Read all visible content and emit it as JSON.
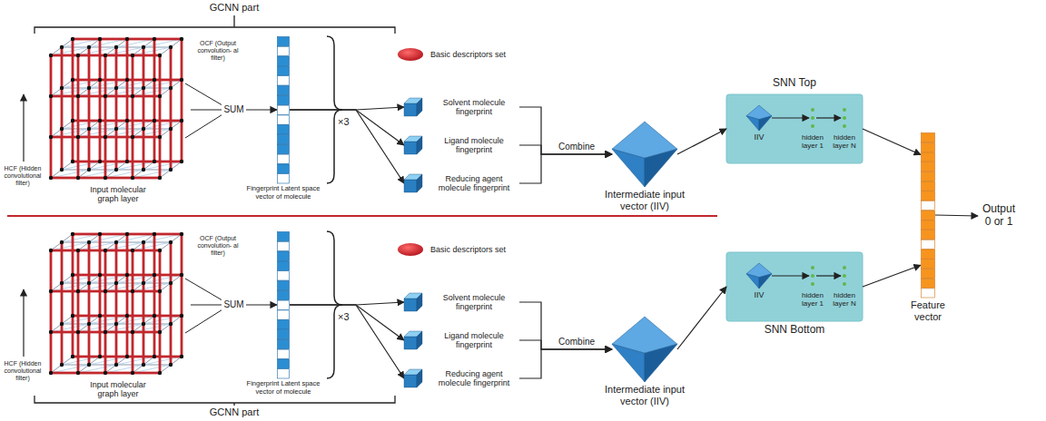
{
  "diagram": {
    "nodes": [
      {
        "text": [
          "Input molecular graph layer"
        ]
      },
      {
        "text": [
          "Fingerprint Latent space vector of molecule"
        ]
      },
      {
        "text": [
          "Basic descriptors set"
        ]
      },
      {
        "text": [
          "Solvent molecule fingerprint"
        ]
      },
      {
        "text": [
          "Ligand molecule fingerprint"
        ]
      },
      {
        "text": [
          "Reducing agent molecule fingerprint"
        ]
      },
      {
        "text": [
          "Intermediate input vector (IIV)"
        ]
      },
      {
        "text": [
          "SNN Top"
        ]
      },
      {
        "text": [
          "IIV"
        ],
        "in": 7
      },
      {
        "text": [
          "hidden layer 1"
        ],
        "in": 7
      },
      {
        "text": [
          "hidden layer N"
        ],
        "in": 7
      },
      {
        "text": [
          "Input molecular graph layer"
        ]
      },
      {
        "text": [
          "Fingerprint Latent space vector of molecule"
        ]
      },
      {
        "text": [
          "Basic descriptors set"
        ]
      },
      {
        "text": [
          "Solvent molecule fingerprint"
        ]
      },
      {
        "text": [
          "Ligand molecule fingerprint"
        ]
      },
      {
        "text": [
          "Reducing agent molecule fingerprint"
        ]
      },
      {
        "text": [
          "Intermediate input vector (IIV)"
        ]
      },
      {
        "text": [
          "SNN Bottom"
        ]
      },
      {
        "text": [
          "IIV"
        ],
        "in": 18
      },
      {
        "text": [
          "hidden layer 1"
        ],
        "in": 18
      },
      {
        "text": [
          "hidden layer N"
        ],
        "in": 18
      },
      {
        "text": [
          "Feature vector"
        ]
      },
      {
        "text": [
          "Output 0 or 1"
        ]
      }
    ],
    "edges": [
      {
        "from": 0,
        "to": 1,
        "arrow": "to",
        "label": "SUM"
      },
      {
        "from": 1,
        "to": 3,
        "arrow": "to"
      },
      {
        "from": 1,
        "to": 4,
        "arrow": "to"
      },
      {
        "from": 1,
        "to": 5,
        "arrow": "to"
      },
      {
        "from": 3,
        "to": 6,
        "arrow": "to"
      },
      {
        "from": 4,
        "to": 6,
        "arrow": "to",
        "label": "Combine"
      },
      {
        "from": 5,
        "to": 6,
        "arrow": "to"
      },
      {
        "from": 6,
        "to": 7,
        "arrow": "to"
      },
      {
        "from": 8,
        "to": 9,
        "arrow": "to"
      },
      {
        "from": 9,
        "to": 10,
        "arrow": "to"
      },
      {
        "from": 7,
        "to": 22,
        "arrow": "to"
      },
      {
        "from": 11,
        "to": 12,
        "arrow": "to",
        "label": "SUM"
      },
      {
        "from": 12,
        "to": 14,
        "arrow": "to"
      },
      {
        "from": 12,
        "to": 15,
        "arrow": "to"
      },
      {
        "from": 12,
        "to": 16,
        "arrow": "to"
      },
      {
        "from": 14,
        "to": 17,
        "arrow": "to"
      },
      {
        "from": 15,
        "to": 17,
        "arrow": "to",
        "label": "Combine"
      },
      {
        "from": 16,
        "to": 17,
        "arrow": "to"
      },
      {
        "from": 17,
        "to": 18,
        "arrow": "to"
      },
      {
        "from": 19,
        "to": 20,
        "arrow": "to"
      },
      {
        "from": 20,
        "to": 21,
        "arrow": "to"
      },
      {
        "from": 18,
        "to": 22,
        "arrow": "to"
      },
      {
        "from": 22,
        "to": 23,
        "arrow": "to"
      }
    ],
    "labels": [
      "GCNN part",
      "HCF (Hidden convolutional filter)",
      "OCF (Output convolution- al filter)",
      "×3",
      "HCF (Hidden convolutional filter)",
      "OCF (Output convolution- al filter)",
      "×3",
      "GCNN part"
    ]
  }
}
